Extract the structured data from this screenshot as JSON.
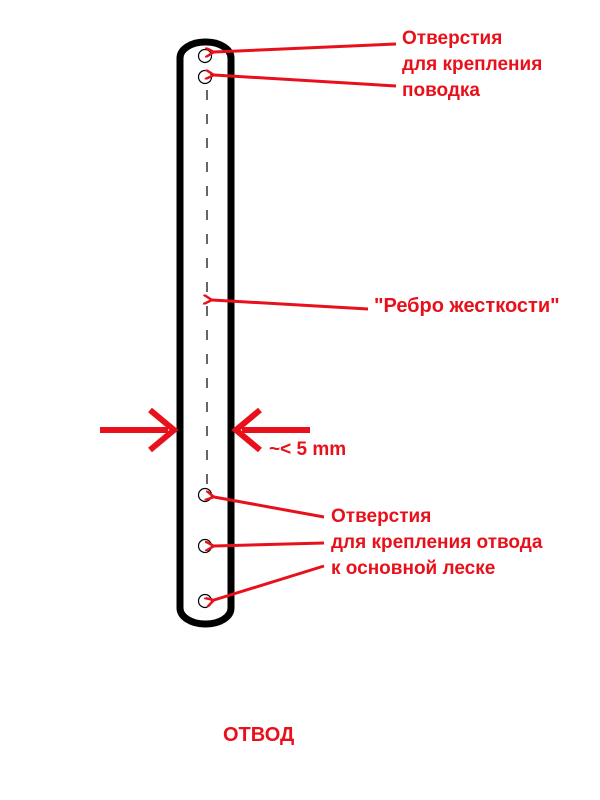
{
  "labels": {
    "holes_top": [
      "Отверстия",
      "для крепления",
      "поводка"
    ],
    "rib": "\"Ребро жесткости\"",
    "width": "~< 5 mm",
    "holes_bottom": [
      "Отверстия",
      "для крепления отвода",
      "к основной леске"
    ]
  },
  "caption": "ОТВОД",
  "colors": {
    "annotation": "#e8111b",
    "outline": "#000000"
  }
}
